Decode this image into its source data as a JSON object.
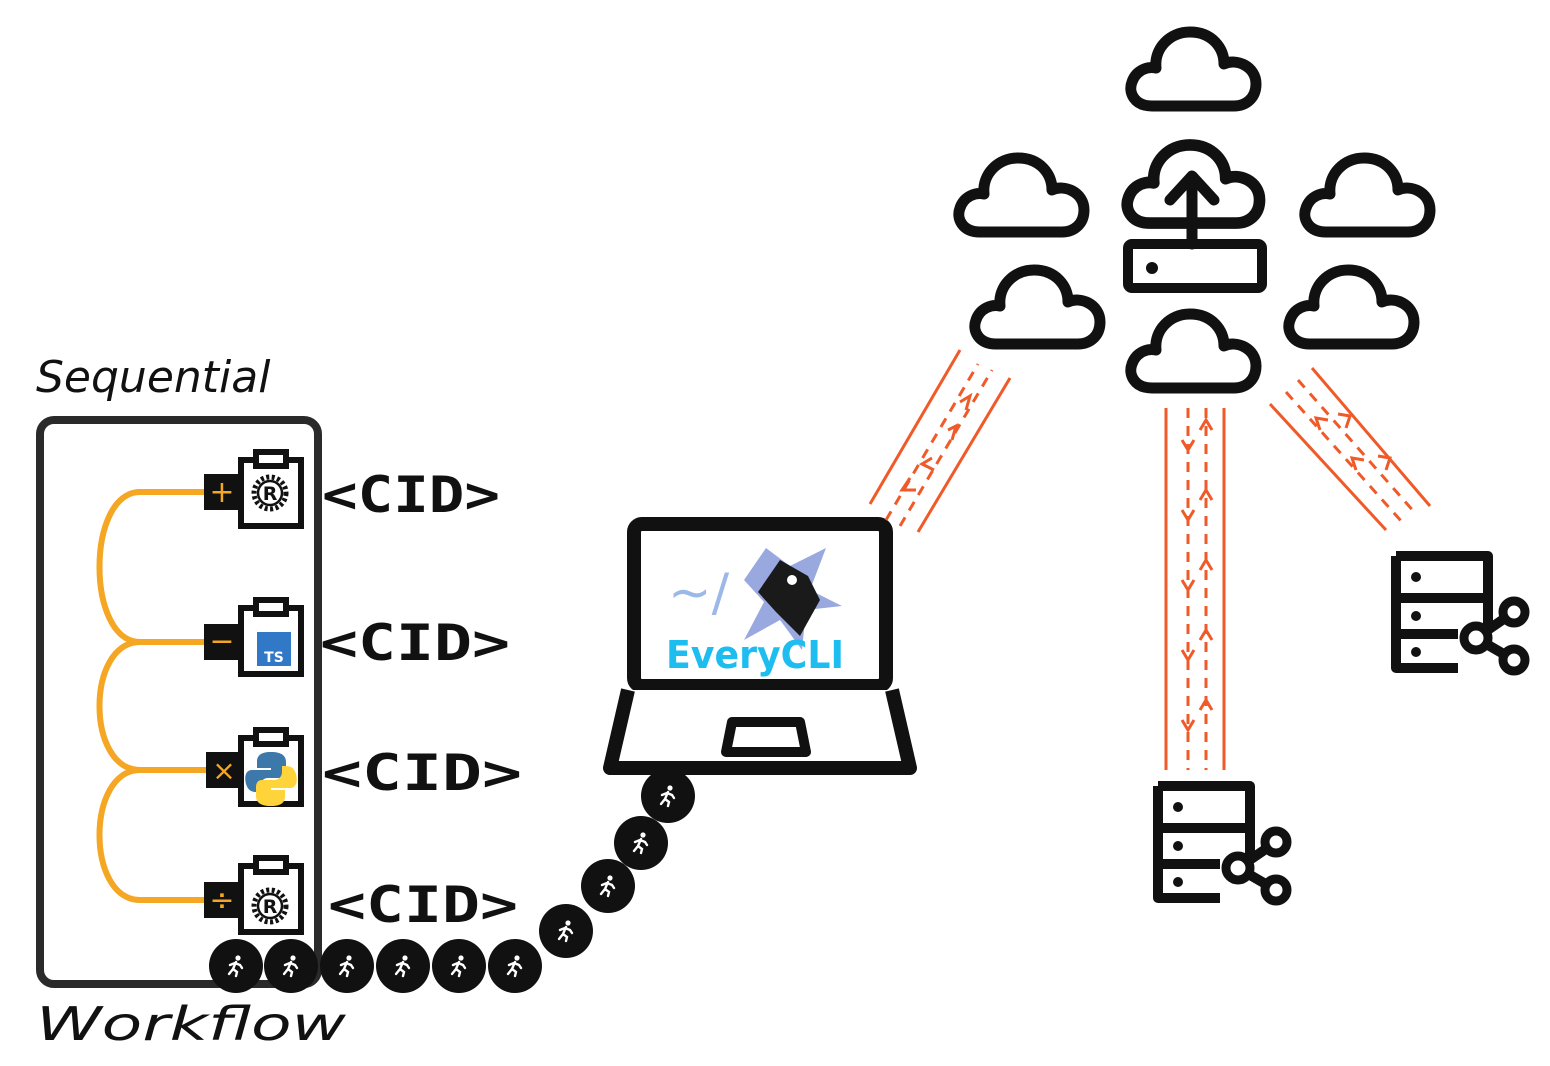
{
  "labels": {
    "top": "Sequential",
    "bottom": "Workflow",
    "brand": "EveryCLI",
    "prompt": "~/"
  },
  "steps": [
    {
      "operator": "+",
      "language": "R",
      "cid": "<CID>"
    },
    {
      "operator": "−",
      "language": "TS",
      "cid": "<CID>"
    },
    {
      "operator": "×",
      "language": "Python",
      "cid": "<CID>"
    },
    {
      "operator": "÷",
      "language": "R",
      "cid": "<CID>"
    }
  ],
  "colors": {
    "ink": "#111111",
    "pipe": "#F5A623",
    "arrows": "#F05A28",
    "brand": "#1DBDF0",
    "ts": "#3178C6",
    "python_blue": "#3C78AA",
    "python_yellow": "#FFD43B"
  },
  "icons": {
    "runner": "running-person-icon",
    "cloud": "cloud-icon",
    "cloud_upload": "cloud-upload-icon",
    "server_share": "server-share-icon",
    "laptop": "laptop-icon",
    "clipboard": "clipboard-icon"
  }
}
